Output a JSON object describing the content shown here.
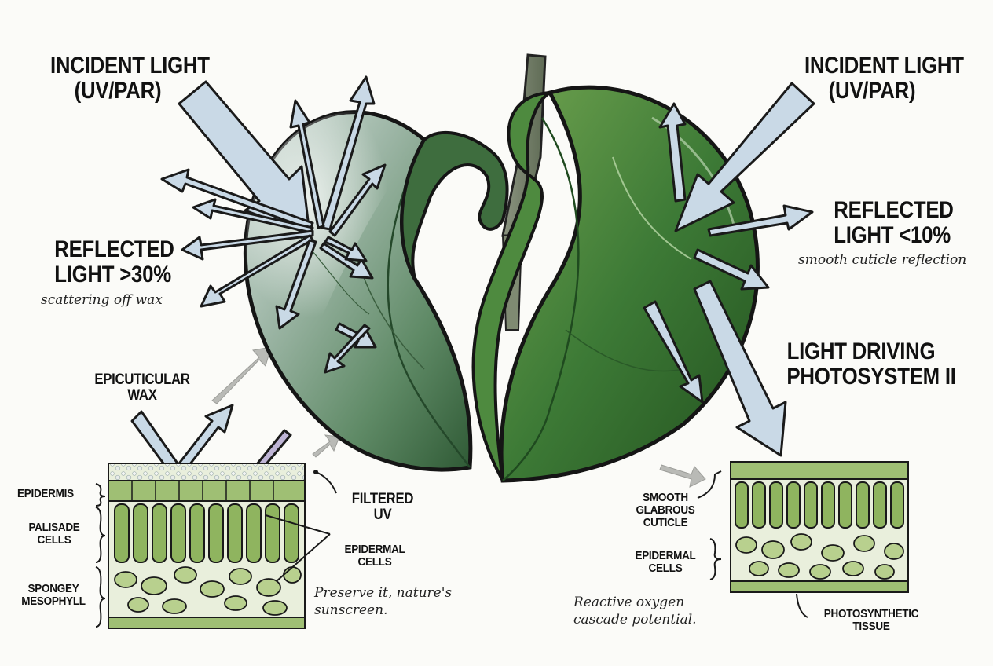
{
  "labels": {
    "left_incident": [
      "INCIDENT LIGHT",
      "(UV/PAR)"
    ],
    "left_reflected": [
      "REFLECTED",
      "LIGHT >30%"
    ],
    "left_reflected_note": "scattering off wax",
    "epicuticular": [
      "EPICUTICULAR",
      "WAX"
    ],
    "epidermis": "EPIDERMIS",
    "palisade": [
      "PALISADE",
      "CELLS"
    ],
    "spongey": [
      "SPONGEY",
      "MESOPHYLL"
    ],
    "filtered_uv": [
      "FILTERED",
      "UV"
    ],
    "left_epidermal": [
      "EPIDERMAL",
      "CELLS"
    ],
    "left_note": [
      "Preserve it, nature's",
      "sunscreen."
    ],
    "right_incident": [
      "INCIDENT LIGHT",
      "(UV/PAR)"
    ],
    "right_reflected": [
      "REFLECTED",
      "LIGHT <10%"
    ],
    "right_reflected_note": "smooth cuticle reflection",
    "light_driving": [
      "LIGHT DRIVING",
      "PHOTOSYSTEM II"
    ],
    "smooth_cuticle": [
      "SMOOTH",
      "GLABROUS",
      "CUTICLE"
    ],
    "right_epidermal": [
      "EPIDERMAL",
      "CELLS"
    ],
    "right_note": [
      "Reactive oxygen",
      "cascade potential."
    ],
    "photosynthetic": [
      "PHOTOSYNTHETIC",
      "TISSUE"
    ]
  },
  "colors": {
    "leaf_waxy": "#7e9f86",
    "leaf_glossy": "#3f7a3a",
    "light_arrow": "#c9d9e6",
    "cell_green": "#a7c47f",
    "outline": "#1a1a1a",
    "background": "#fbfbf8"
  }
}
